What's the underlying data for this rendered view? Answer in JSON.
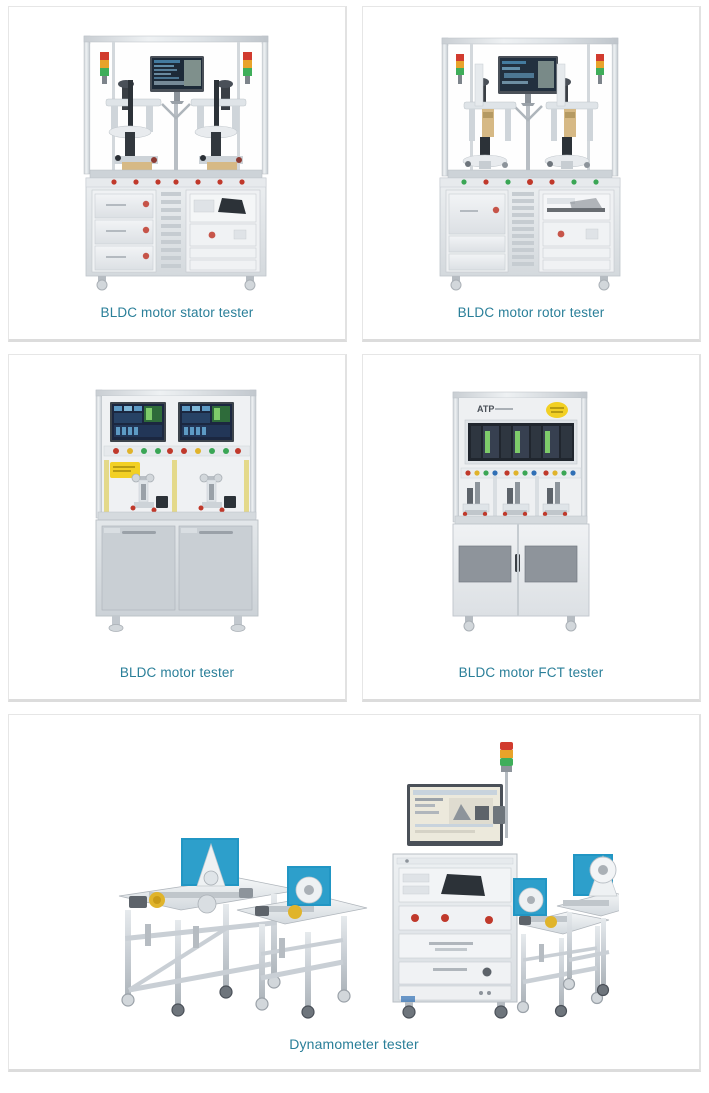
{
  "gallery": {
    "layout": "grid-2x2-plus-wide",
    "background_color": "#ffffff",
    "caption_color": "#2a7f99",
    "card_border_color": "#e6e6e6"
  },
  "products": [
    {
      "id": "bldc-motor-stator-tester",
      "caption": "BLDC motor stator tester",
      "machine": {
        "type": "dual-station-frame-tester",
        "frame_color": "#d9dde0",
        "cabinet_color": "#dfe3e6",
        "monitor_screen_color": "#1d2a38",
        "stations": 2,
        "tower_lights": 2,
        "tower_light_colors": [
          "#d13b2e",
          "#e8a32a",
          "#3fae5a"
        ],
        "emergency_buttons": 6,
        "emergency_button_color": "#c0392b",
        "casters": 2,
        "drawer_panels": 3,
        "vent_slots": 9,
        "has_instrument_rack": true
      }
    },
    {
      "id": "bldc-motor-rotor-tester",
      "caption": "BLDC motor rotor tester",
      "machine": {
        "type": "dual-station-frame-tester",
        "frame_color": "#d9dde0",
        "cabinet_color": "#dfe3e6",
        "monitor_screen_color": "#22303f",
        "stations": 2,
        "tower_lights": 2,
        "tower_light_colors": [
          "#d13b2e",
          "#e8a32a",
          "#3fae5a"
        ],
        "emergency_buttons": 7,
        "emergency_button_color": "#c0392b",
        "casters": 2,
        "drawer_panels": 2,
        "vent_slots": 11,
        "has_instrument_rack": true
      }
    },
    {
      "id": "bldc-motor-tester",
      "caption": "BLDC motor tester",
      "machine": {
        "type": "dual-station-panel-tester",
        "frame_color": "#d8dcdf",
        "cabinet_color": "#d5dade",
        "monitor_screen_color": "#1b2740",
        "stations": 2,
        "monitors": 2,
        "indicator_lights_per_station": 5,
        "indicator_colors": [
          "#c0392b",
          "#e0b32b",
          "#3aa655",
          "#3aa655",
          "#c0392b"
        ],
        "warning_label_color": "#f2d024",
        "safety_post_color": "#e4d98a",
        "feet": 2,
        "cabinet_doors": 2
      }
    },
    {
      "id": "bldc-motor-fct-tester",
      "caption": "BLDC motor FCT tester",
      "machine": {
        "type": "triple-station-fct-tester",
        "brand_text": "ATP",
        "frame_color": "#d8dcdf",
        "cabinet_color": "#e4e7ea",
        "monitor_screen_color": "#20262e",
        "stations": 3,
        "indicator_lights_per_station": 4,
        "indicator_colors": [
          "#c0392b",
          "#e0b32b",
          "#3aa655",
          "#2f6fb5"
        ],
        "warning_label_color": "#f2d024",
        "window_color": "#8e949b",
        "cabinet_doors": 2,
        "casters": 2
      }
    },
    {
      "id": "dynamometer-tester",
      "caption": "Dynamometer tester",
      "machine": {
        "type": "dynamometer-line",
        "benches": 4,
        "bench_frame_color": "#c6ccd2",
        "dyno_housing_color": "#2196c4",
        "dyno_disc_color": "#eef1f3",
        "rack_color": "#e2e6e9",
        "monitor_screen_color": "#ece9dc",
        "tower_light_colors": [
          "#d13b2e",
          "#e8a32a",
          "#3fae5a"
        ],
        "rack_buttons": 3,
        "rack_button_color": "#c0392b",
        "casters": 8,
        "accent_yellow": "#e8b923"
      }
    }
  ]
}
